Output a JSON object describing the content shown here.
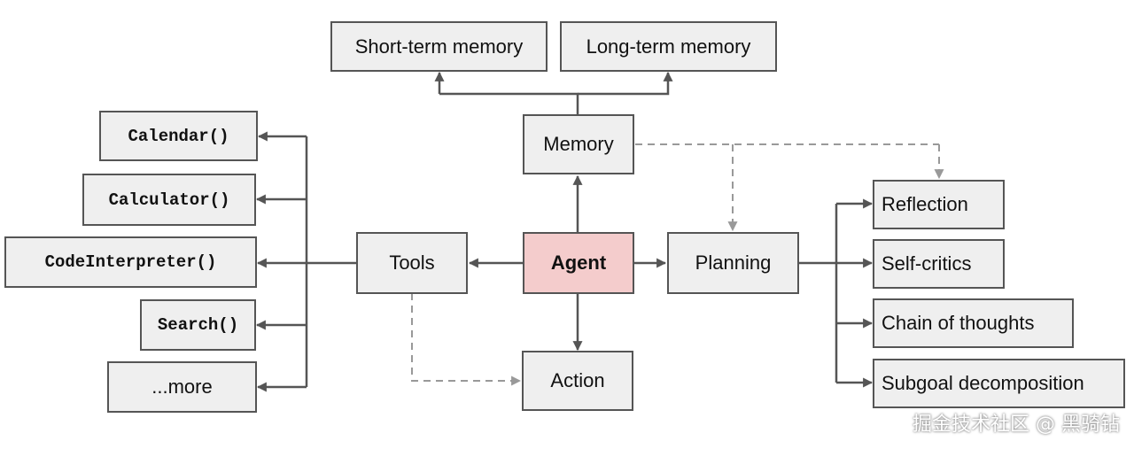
{
  "nodes": {
    "short_term_memory": "Short-term memory",
    "long_term_memory": "Long-term memory",
    "memory": "Memory",
    "agent": "Agent",
    "tools": "Tools",
    "planning": "Planning",
    "action": "Action",
    "calendar": "Calendar()",
    "calculator": "Calculator()",
    "code_interpreter": "CodeInterpreter()",
    "search": "Search()",
    "more": "...more",
    "reflection": "Reflection",
    "self_critics": "Self-critics",
    "chain_of_thoughts": "Chain of thoughts",
    "subgoal_decomposition": "Subgoal decomposition"
  },
  "colors": {
    "agent_fill": "#f4cccc",
    "box_fill": "#efefef",
    "border": "#555555",
    "solid_arrow": "#555555",
    "dashed_arrow": "#999999"
  },
  "watermark": "掘金技术社区 @ 黑骑钻"
}
